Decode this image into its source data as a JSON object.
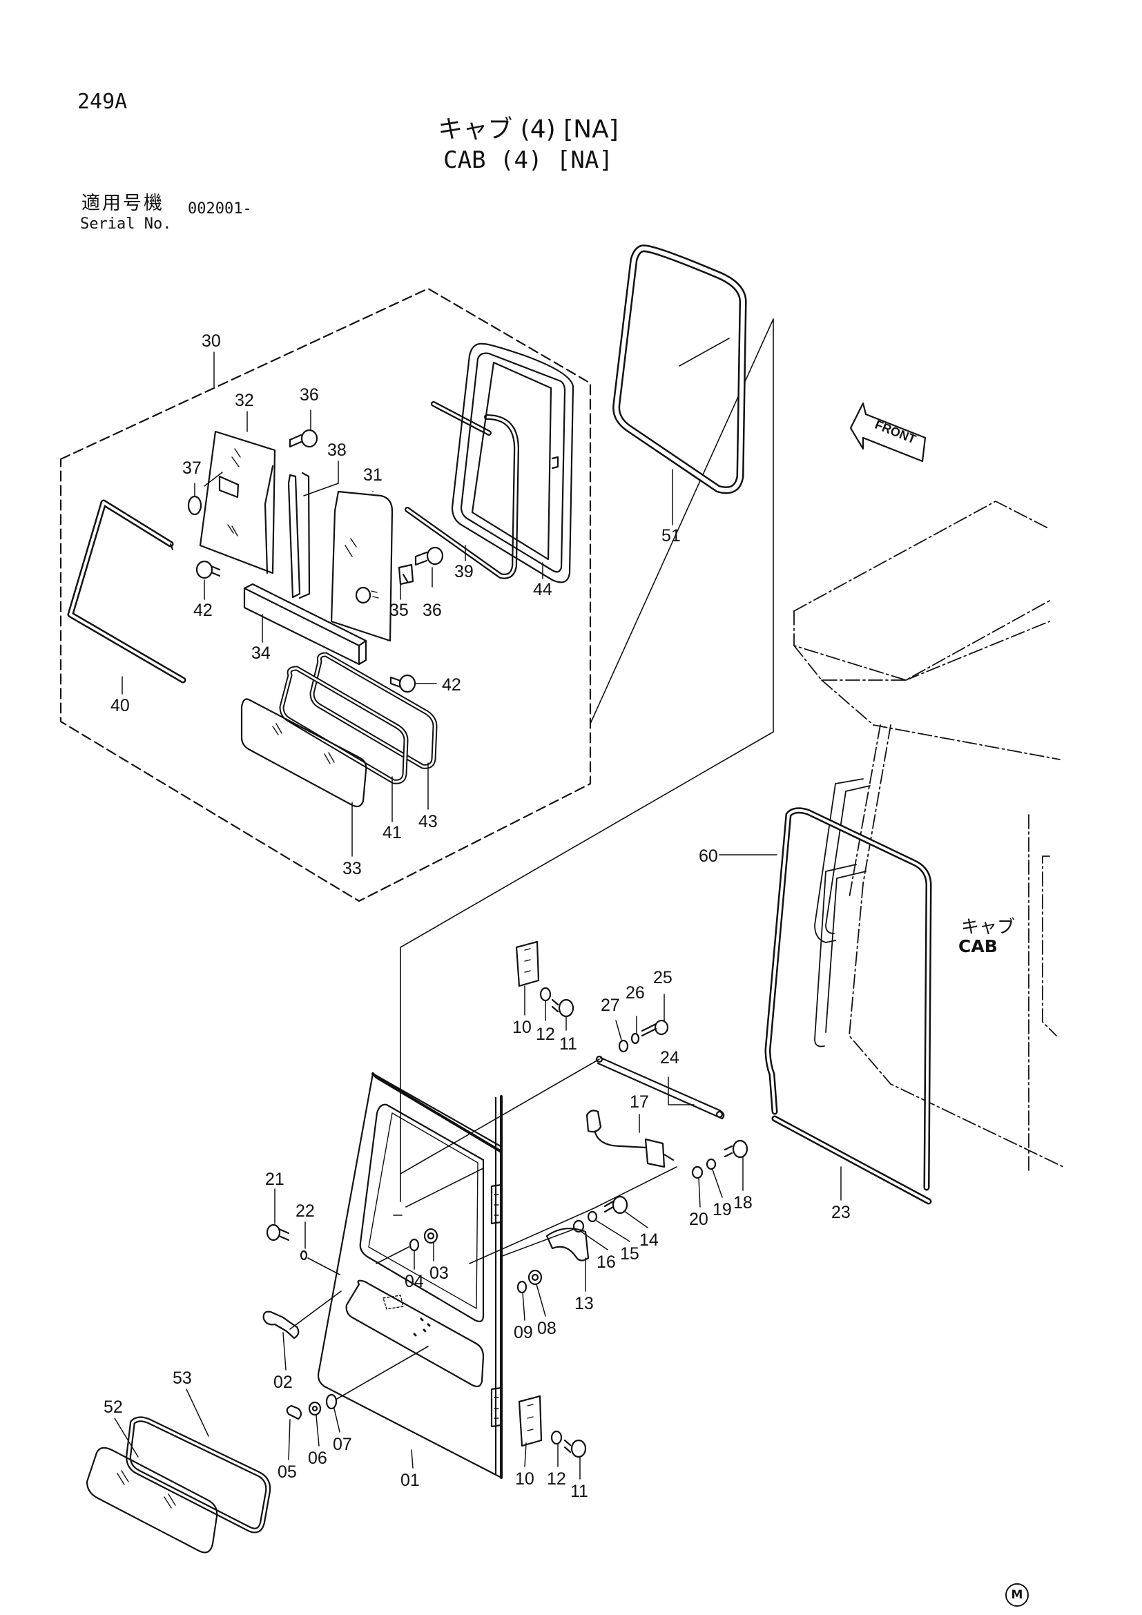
{
  "header": {
    "page_code": "249A",
    "title_jp": "キャブ (4) [NA]",
    "title_en": "CAB (4) [NA]",
    "serial_label_jp": "適用号機",
    "serial_label_en": "Serial No.",
    "serial_value": "002001-"
  },
  "diagram": {
    "front_label": "FRONT",
    "cab_label_jp": "キャブ",
    "cab_label_en": "CAB",
    "mark": "M",
    "part_labels": [
      "30",
      "32",
      "36",
      "37",
      "38",
      "31",
      "39",
      "44",
      "51",
      "40",
      "42",
      "34",
      "35",
      "36",
      "42",
      "43",
      "41",
      "33",
      "60",
      "10",
      "12",
      "11",
      "27",
      "26",
      "25",
      "24",
      "17",
      "18",
      "19",
      "20",
      "23",
      "21",
      "22",
      "04",
      "03",
      "14",
      "15",
      "16",
      "13",
      "09",
      "08",
      "02",
      "53",
      "52",
      "05",
      "06",
      "07",
      "01",
      "10",
      "12",
      "11"
    ]
  }
}
